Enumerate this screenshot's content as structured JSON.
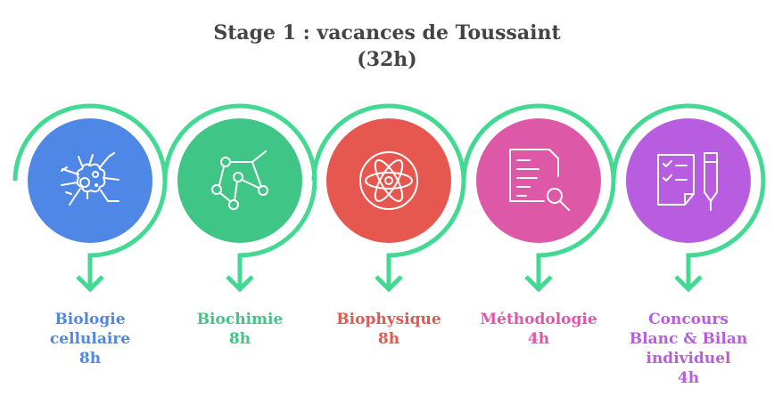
{
  "title": {
    "line1": "Stage 1 : vacances de Toussaint",
    "line2": "(32h)"
  },
  "steps": [
    {
      "name": "Biologie cellulaire",
      "lines": [
        "Biologie",
        "cellulaire",
        "8h"
      ],
      "color": "#4e87e6",
      "icon": "cell-icon"
    },
    {
      "name": "Biochimie",
      "lines": [
        "Biochimie",
        "8h"
      ],
      "color": "#3fc585",
      "icon": "molecule-icon"
    },
    {
      "name": "Biophysique",
      "lines": [
        "Biophysique",
        "8h"
      ],
      "color": "#e5574f",
      "icon": "atom-icon"
    },
    {
      "name": "Méthodologie",
      "lines": [
        "Méthodologie",
        "4h"
      ],
      "color": "#de58a8",
      "icon": "document-search-icon"
    },
    {
      "name": "Concours Blanc & Bilan individuel",
      "lines": [
        "Concours",
        "Blanc & Bilan",
        "individuel",
        "4h"
      ],
      "color": "#b85ce0",
      "icon": "checklist-pen-icon"
    }
  ],
  "arc_color": "#44d993"
}
